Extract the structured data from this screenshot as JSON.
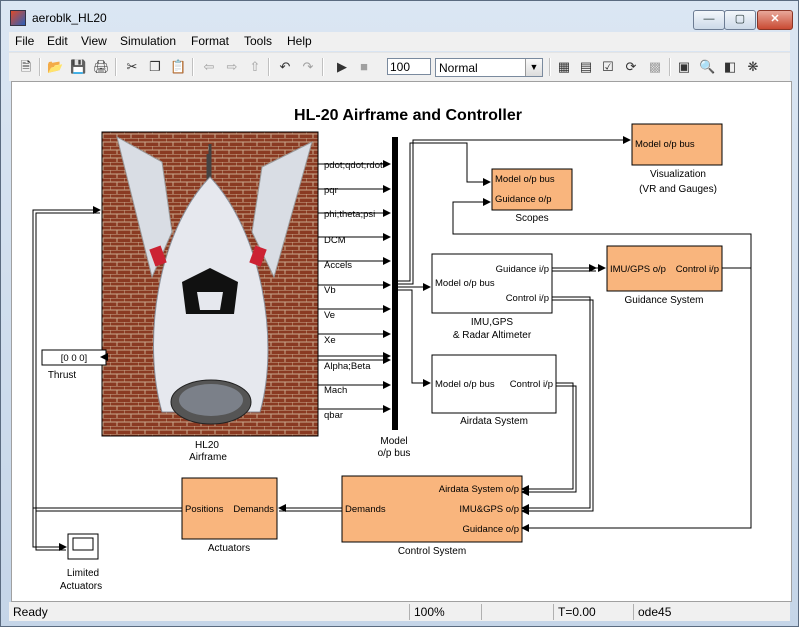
{
  "window": {
    "title": "aeroblk_HL20"
  },
  "menu": [
    "File",
    "Edit",
    "View",
    "Simulation",
    "Format",
    "Tools",
    "Help"
  ],
  "toolbar": {
    "stop_time": "100",
    "sim_mode": "Normal"
  },
  "model": {
    "title": "HL-20 Airframe and Controller",
    "airframe": {
      "label1": "HL20",
      "label2": "Airframe",
      "ports": [
        "pdot;qdot;rdot",
        "pqr",
        "phi;theta;psi",
        "DCM",
        "Accels",
        "Vb",
        "Ve",
        "Xe",
        "Alpha;Beta",
        "Mach",
        "qbar"
      ]
    },
    "thrust": {
      "value": "[0 0 0]",
      "label": "Thrust"
    },
    "bus": {
      "label1": "Model",
      "label2": "o/p bus"
    },
    "visualization": {
      "port": "Model o/p  bus",
      "label1": "Visualization",
      "label2": "(VR and Gauges)"
    },
    "scopes": {
      "port1": "Model o/p bus",
      "port2": "Guidance o/p",
      "label": "Scopes"
    },
    "imu": {
      "in": "Model o/p bus",
      "out1": "Guidance i/p",
      "out2": "Control i/p",
      "label1": "IMU,GPS",
      "label2": "& Radar Altimeter"
    },
    "guidance": {
      "in": "IMU/GPS o/p",
      "out": "Control i/p",
      "label": "Guidance System"
    },
    "airdata": {
      "in": "Model o/p bus",
      "out": "Control i/p",
      "label": "Airdata System"
    },
    "control": {
      "out": "Demands",
      "in1": "Airdata System o/p",
      "in2": "IMU&GPS o/p",
      "in3": "Guidance o/p",
      "label": "Control System"
    },
    "actuators": {
      "in": "Positions",
      "out": "Demands",
      "label": "Actuators"
    },
    "limited": {
      "label1": "Limited",
      "label2": "Actuators"
    }
  },
  "status": {
    "state": "Ready",
    "zoom": "100%",
    "time": "T=0.00",
    "solver": "ode45"
  },
  "colors": {
    "block_orange": "#f9b57d",
    "canvas": "#ffffff",
    "line": "#000000"
  }
}
